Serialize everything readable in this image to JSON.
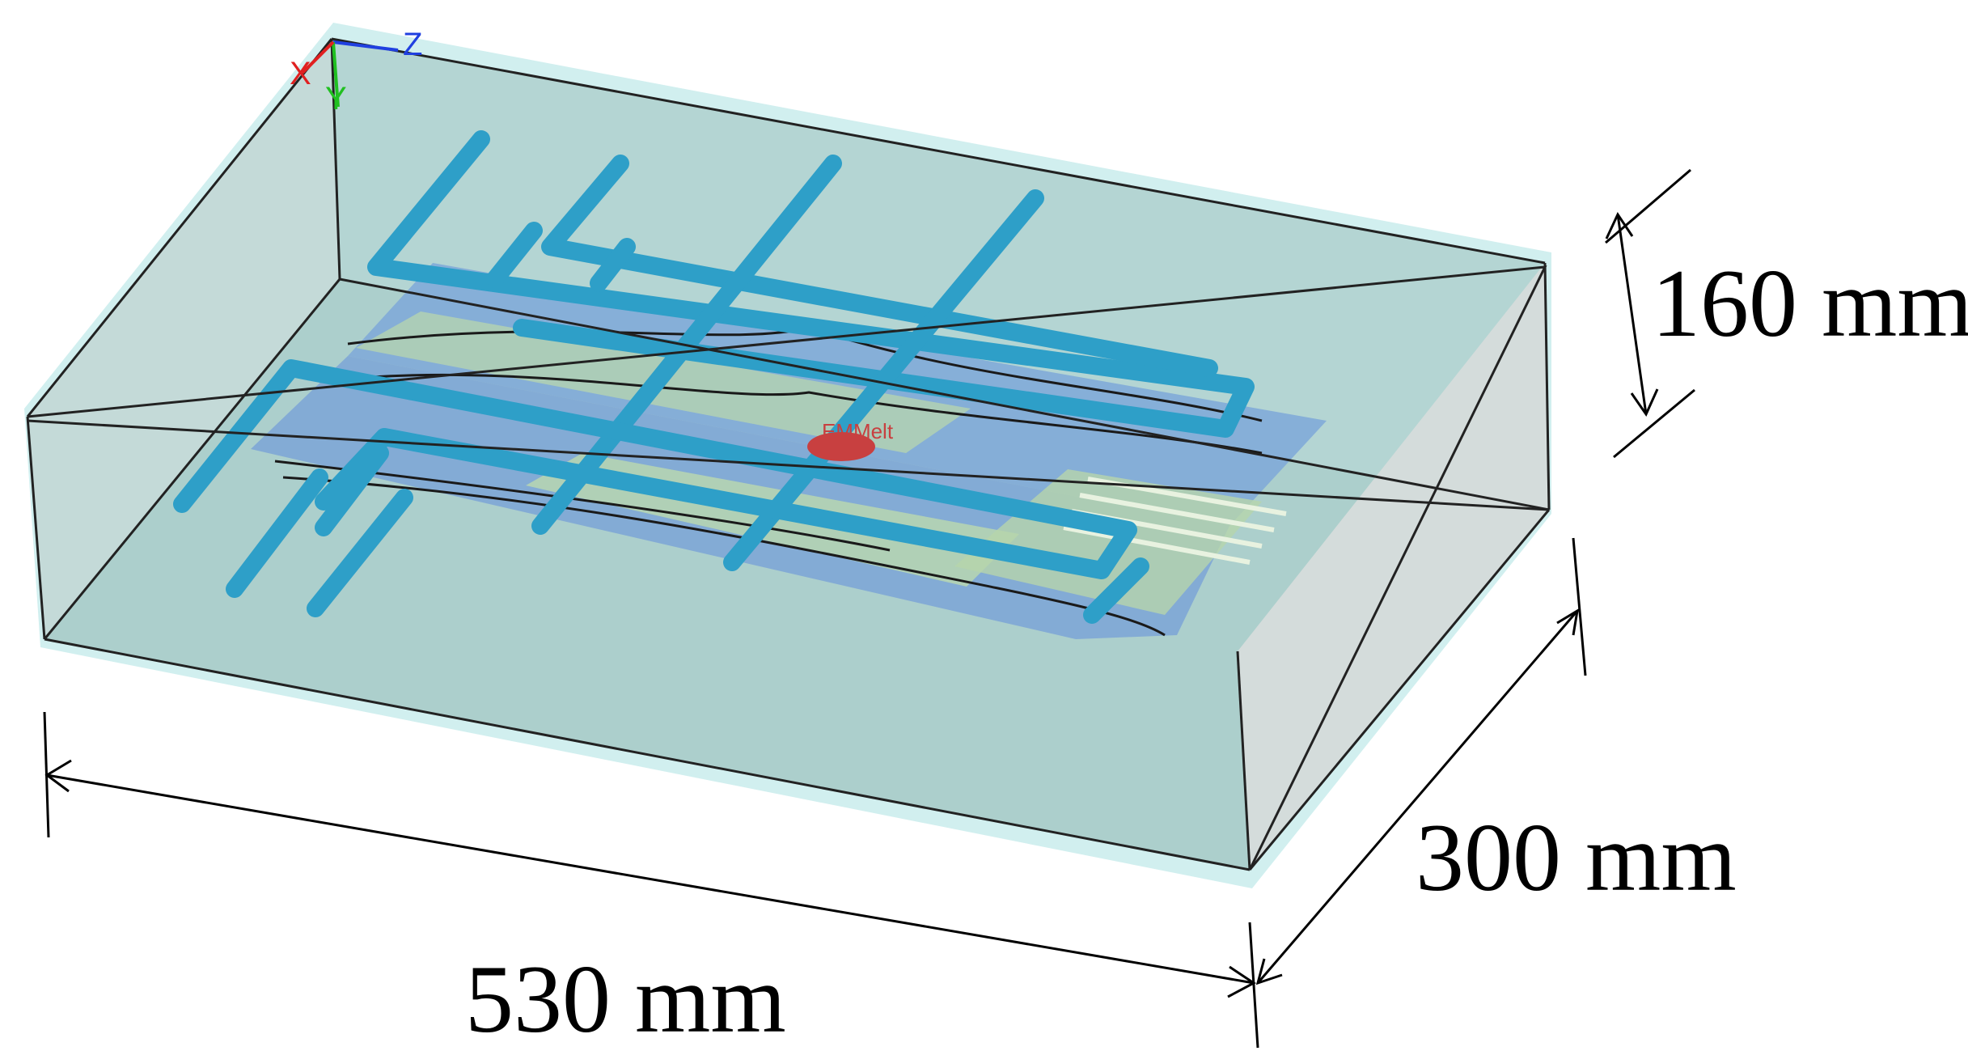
{
  "dimensions": {
    "height_label": "160 mm",
    "width_label": "300 mm",
    "length_label": "530 mm"
  },
  "axes": {
    "x": "X",
    "y": "Y",
    "z": "Z",
    "colors": {
      "x": "#e02020",
      "y": "#20c020",
      "z": "#2040e0"
    }
  },
  "marker": {
    "label": "EMMelt",
    "color": "#c84040"
  },
  "colors": {
    "box_fill": "#9cc6c2",
    "box_edge": "#222222",
    "box_halo": "#c8ecec",
    "pipe": "#2e9fc8",
    "plate": "#7fa8d8",
    "strip": "#b9d8b0"
  }
}
